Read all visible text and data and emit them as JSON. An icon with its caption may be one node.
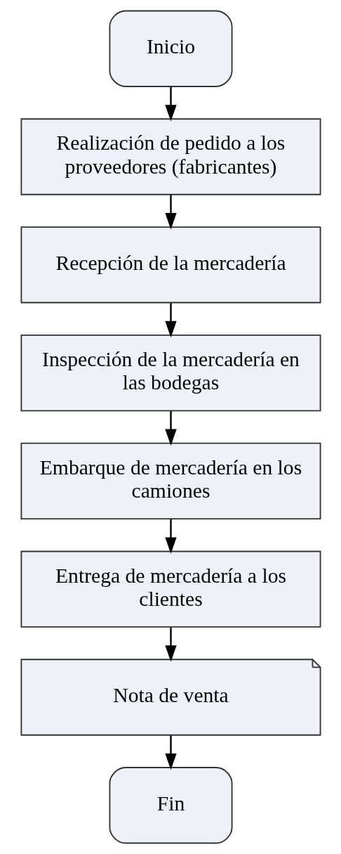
{
  "diagram": {
    "nodes": [
      {
        "text": [
          "Inicio"
        ]
      },
      {
        "text": [
          "Realización de pedido a los proveedores (fabricantes)"
        ]
      },
      {
        "text": [
          "Recepción de la mercadería"
        ]
      },
      {
        "text": [
          "Inspección de la mercadería en las bodegas"
        ]
      },
      {
        "text": [
          "Embarque de mercadería en los camiones"
        ]
      },
      {
        "text": [
          "Entrega de mercadería a los clientes"
        ]
      },
      {
        "text": [
          "Nota de venta"
        ]
      },
      {
        "text": [
          "Fin"
        ]
      }
    ],
    "edges": [
      {
        "from": 0,
        "to": 1,
        "arrow": "to"
      },
      {
        "from": 1,
        "to": 2,
        "arrow": "to"
      },
      {
        "from": 2,
        "to": 3,
        "arrow": "to"
      },
      {
        "from": 3,
        "to": 4,
        "arrow": "to"
      },
      {
        "from": 4,
        "to": 5,
        "arrow": "to"
      },
      {
        "from": 5,
        "to": 6,
        "arrow": "to"
      },
      {
        "from": 6,
        "to": 7,
        "arrow": "to"
      }
    ]
  }
}
